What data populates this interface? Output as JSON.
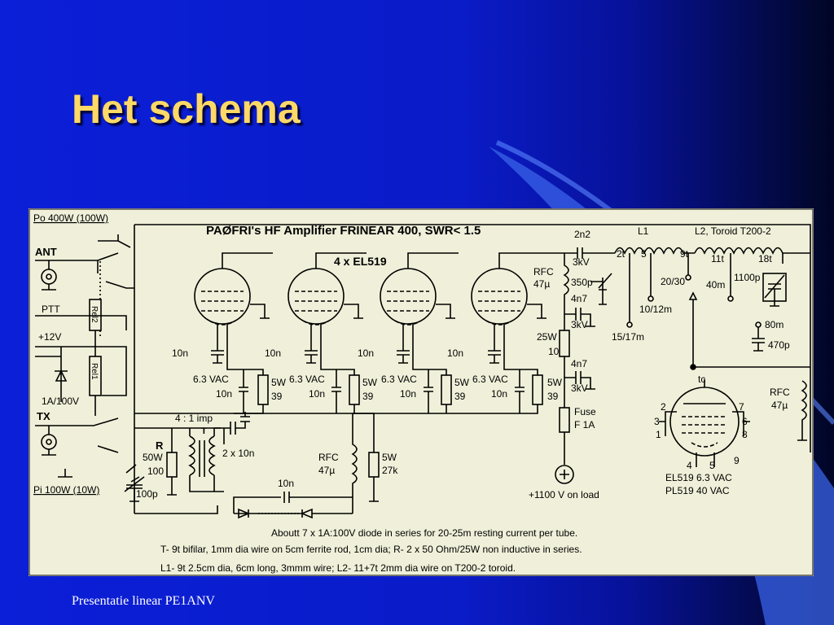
{
  "slide": {
    "title": "Het schema",
    "footer": "Presentatie linear PE1ANV"
  },
  "schematic": {
    "heading": "PAØFRI's HF Amplifier FRINEAR 400,  SWR< 1.5",
    "tubes_label": "4 x EL519",
    "po_label": "Po 400W (100W)",
    "pi_label": "Pi 100W (10W)",
    "ant": "ANT",
    "ptt": "PTT",
    "v12": "+12V",
    "rel2": "Rel2",
    "rel1": "Rel1",
    "diode": "1A/100V",
    "tx": "TX",
    "cap_10n": "10n",
    "vac": "6.3 VAC",
    "r5w": "5W",
    "r39": "39",
    "transformer": "4 : 1 imp",
    "t": "T",
    "caps_2x10n": "2 x 10n",
    "r": "R",
    "r50w": "50W",
    "r100": "100",
    "c100p": "100p",
    "rfc": "RFC",
    "rfc47": "47µ",
    "r27k": "27k",
    "c2n2": "2n2",
    "c3kv": "3kV",
    "c350p": "350p",
    "c4n7": "4n7",
    "r25w": "25W",
    "r10": "10",
    "fuse": "Fuse",
    "fuse_val": "F 1A",
    "supply": "+1100 V on load",
    "l1": "L1",
    "l1_2t": "2t",
    "l1_5": "5",
    "l1_9t": "9t",
    "band_1517": "15/17m",
    "band_1012": "10/12m",
    "band_2030": "20/30",
    "l2": "L2, Toroid T200-2",
    "l2_11t": "11t",
    "l2_18t": "18t",
    "band_40": "40m",
    "c1100p": "1100p",
    "band_80": "80m",
    "c470p": "470p",
    "tube_tc": "tc",
    "pin2": "2",
    "pin3": "3",
    "pin1": "1",
    "pin4": "4",
    "pin5": "5",
    "pin7": "7",
    "pin6": "6",
    "pin8": "8",
    "pin9": "9",
    "el519": "EL519  6.3 VAC",
    "pl519": "PL519  40 VAC",
    "note1": "Aboutt 7 x 1A:100V diode in series for 20-25m resting current per tube.",
    "note2": "T- 9t bifilar, 1mm dia wire on 5cm ferrite rod, 1cm dia;  R- 2 x 50 Ohm/25W non inductive in series.",
    "note3": "L1- 9t 2.5cm dia, 6cm long, 3mmm wire; L2- 11+7t 2mm dia wire on T200-2 toroid."
  },
  "colors": {
    "title": "#ffd966",
    "background": "#0b1fd8",
    "paper": "#f0f0da"
  }
}
